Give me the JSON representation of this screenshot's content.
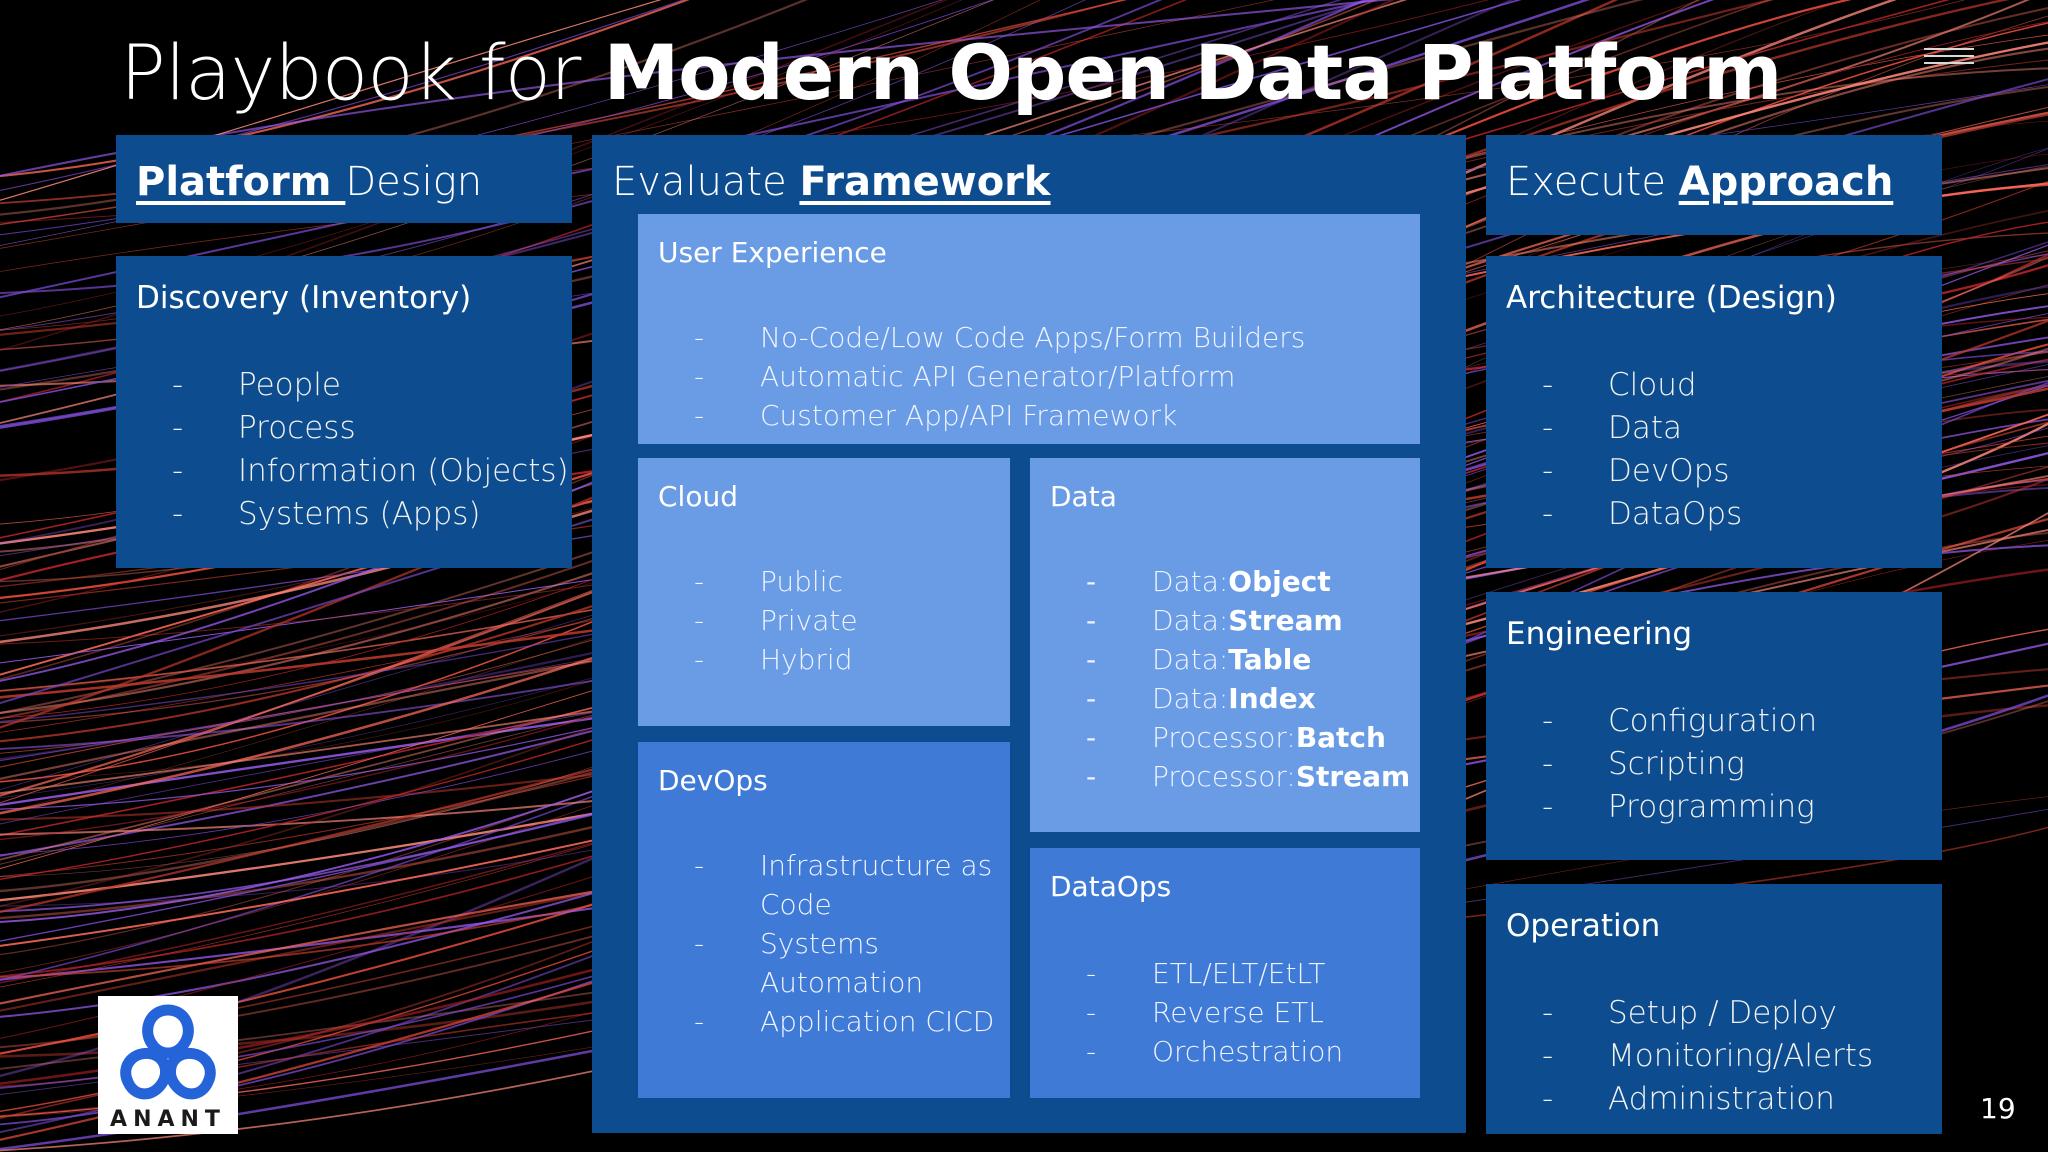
{
  "title": {
    "light": "Playbook for ",
    "bold": "Modern Open Data Platform"
  },
  "page_number": "19",
  "logo": {
    "text": "ANANT"
  },
  "left": {
    "header": {
      "underlined": "Platform ",
      "rest": "Design"
    },
    "discovery": {
      "title": "Discovery (Inventory)",
      "items": [
        "People",
        "Process",
        "Information (Objects)",
        "Systems (Apps)"
      ]
    }
  },
  "center": {
    "header": {
      "plain": "Evaluate ",
      "underlined": "Framework"
    },
    "user_experience": {
      "title": "User Experience",
      "items": [
        "No-Code/Low Code Apps/Form Builders",
        "Automatic API Generator/Platform",
        "Customer App/API Framework"
      ]
    },
    "cloud": {
      "title": "Cloud",
      "items": [
        "Public",
        "Private",
        "Hybrid"
      ]
    },
    "data": {
      "title": "Data",
      "items": [
        {
          "prefix": "Data:",
          "bold": "Object"
        },
        {
          "prefix": "Data:",
          "bold": "Stream"
        },
        {
          "prefix": "Data:",
          "bold": "Table"
        },
        {
          "prefix": "Data:",
          "bold": "Index"
        },
        {
          "prefix": "Processor:",
          "bold": "Batch"
        },
        {
          "prefix": "Processor:",
          "bold": "Stream"
        }
      ]
    },
    "devops": {
      "title": "DevOps",
      "items": [
        {
          "line1": "Infrastructure as",
          "line2": "Code"
        },
        {
          "line1": "Systems",
          "line2": "Automation"
        },
        {
          "line1": "Application CICD",
          "line2": ""
        }
      ]
    },
    "dataops": {
      "title": "DataOps",
      "items": [
        "ETL/ELT/EtLT",
        "Reverse ETL",
        "Orchestration"
      ]
    }
  },
  "right": {
    "header": {
      "plain": "Execute ",
      "underlined": "Approach"
    },
    "architecture": {
      "title": "Architecture (Design)",
      "items": [
        "Cloud",
        "Data",
        "DevOps",
        "DataOps"
      ]
    },
    "engineering": {
      "title": "Engineering",
      "items": [
        "Configuration",
        "Scripting",
        "Programming"
      ]
    },
    "operation": {
      "title": "Operation",
      "items": [
        "Setup / Deploy",
        "Monitoring/Alerts",
        "Administration"
      ]
    }
  },
  "colors": {
    "panel": "#0d4d8f",
    "light_box": "#6a9ce6",
    "mid_box": "#3e7ad6"
  }
}
